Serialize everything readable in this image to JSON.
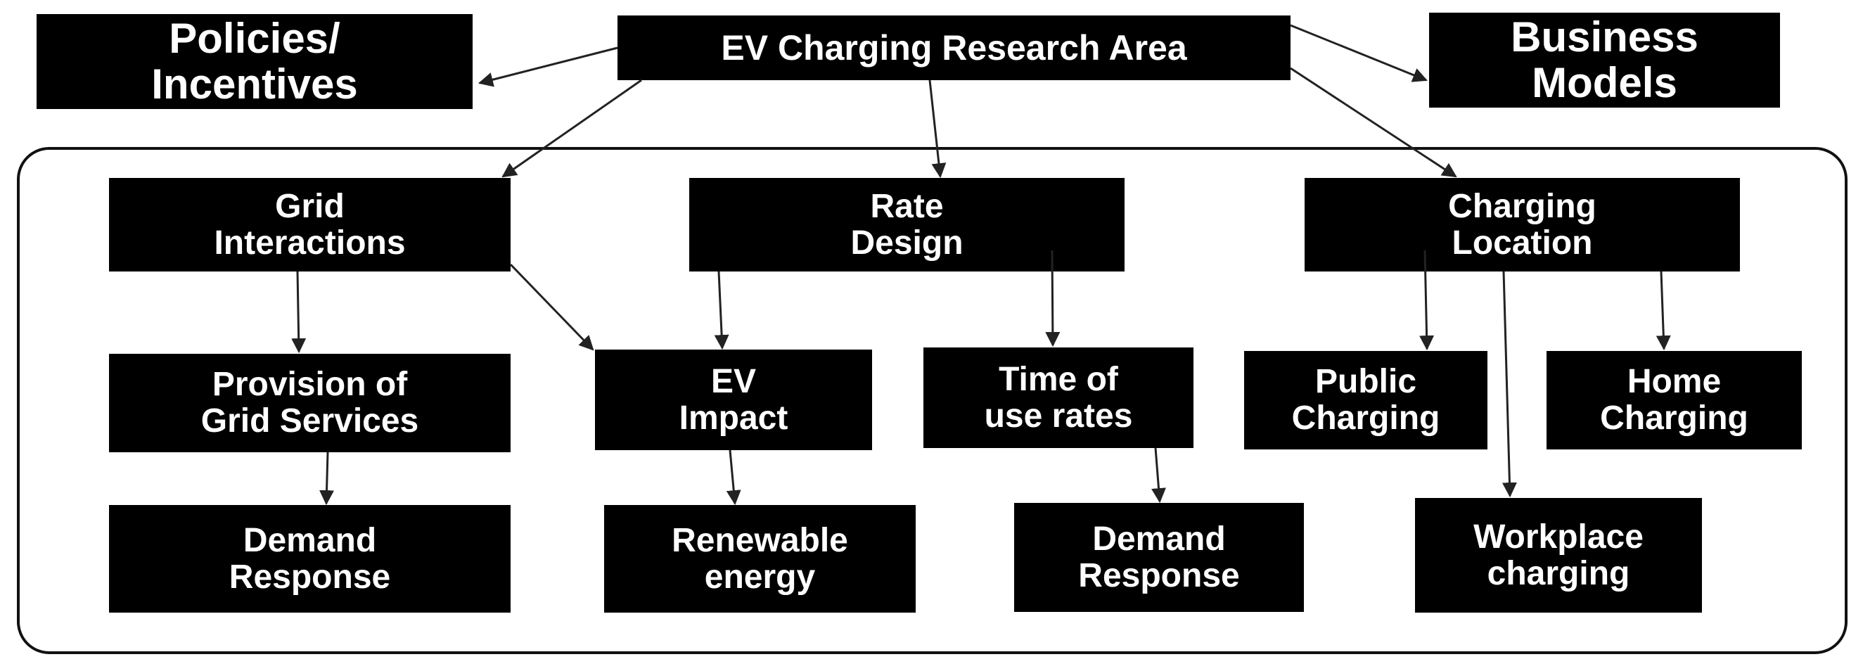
{
  "diagram": {
    "root": "EV Charging Research Area",
    "policies": "Policies/\nIncentives",
    "business": "Business\nModels",
    "grid": "Grid\nInteractions",
    "rate": "Rate\nDesign",
    "location": "Charging\nLocation",
    "provision": "Provision of\nGrid Services",
    "ev_impact": "EV\nImpact",
    "tou": "Time of\nuse rates",
    "public": "Public\nCharging",
    "home": "Home\nCharging",
    "demand1": "Demand\nResponse",
    "renewable": "Renewable\nenergy",
    "demand2": "Demand\nResponse",
    "workplace": "Workplace\ncharging"
  },
  "colors": {
    "node_fill": "#000000",
    "node_text": "#ffffff",
    "edge": "#222222",
    "frame": "#111111"
  }
}
